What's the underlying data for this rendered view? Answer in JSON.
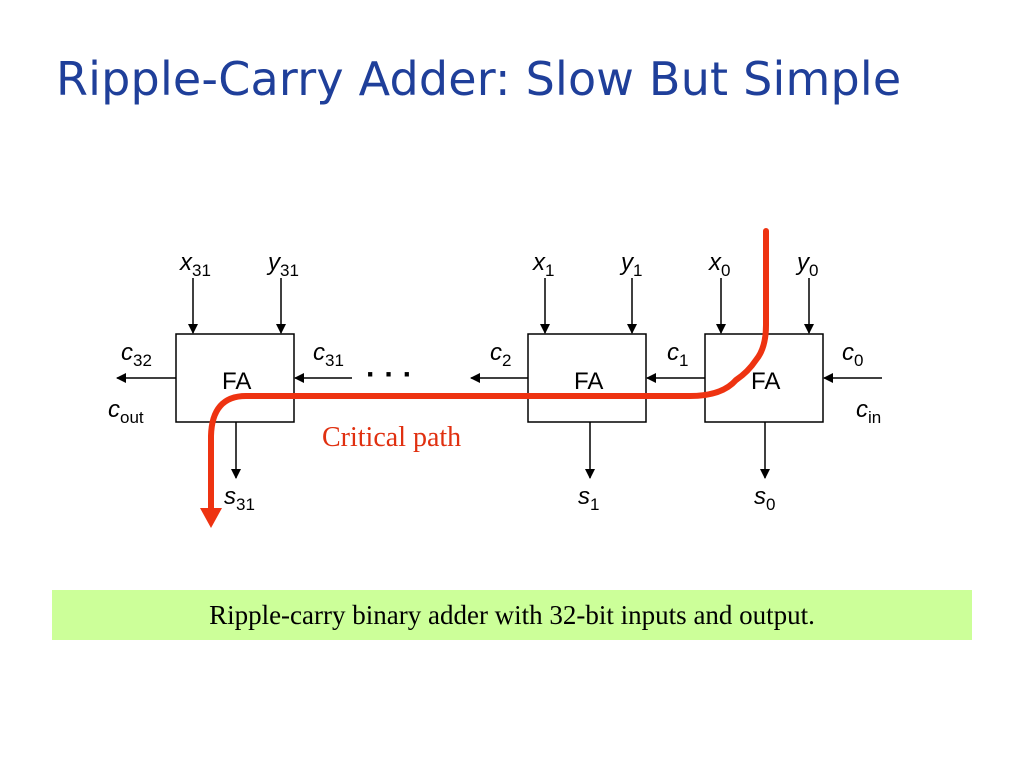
{
  "title": "Ripple-Carry Adder: Slow But Simple",
  "caption": "Ripple-carry binary adder with 32-bit inputs and output.",
  "diagram": {
    "blocks": [
      {
        "id": "fa31",
        "label": "FA",
        "x_var": "x",
        "x_sub": "31",
        "y_var": "y",
        "y_sub": "31",
        "s_var": "s",
        "s_sub": "31"
      },
      {
        "id": "fa1",
        "label": "FA",
        "x_var": "x",
        "x_sub": "1",
        "y_var": "y",
        "y_sub": "1",
        "s_var": "s",
        "s_sub": "1"
      },
      {
        "id": "fa0",
        "label": "FA",
        "x_var": "x",
        "x_sub": "0",
        "y_var": "y",
        "y_sub": "0",
        "s_var": "s",
        "s_sub": "0"
      }
    ],
    "carries": [
      {
        "var": "c",
        "sub": "32"
      },
      {
        "var": "c",
        "sub": "31"
      },
      {
        "var": "c",
        "sub": "2"
      },
      {
        "var": "c",
        "sub": "1"
      },
      {
        "var": "c",
        "sub": "0"
      }
    ],
    "cout": {
      "var": "c",
      "sub": "out"
    },
    "cin": {
      "var": "c",
      "sub": "in"
    },
    "ellipsis": "· · ·",
    "critical_path_label": "Critical path",
    "colors": {
      "critical_path": "#ee3311",
      "title": "#1f3f9a",
      "caption_bg": "#ccff99"
    }
  }
}
